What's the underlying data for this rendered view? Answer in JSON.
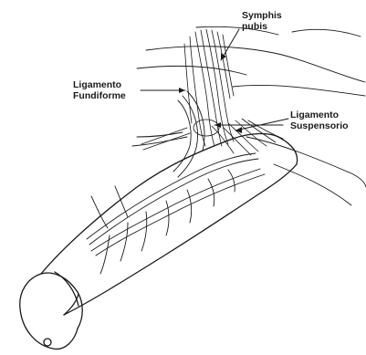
{
  "labels": {
    "symphis_line1": "Symphis",
    "symphis_line2": "pubis",
    "fundiforme_line1": "Ligamento",
    "fundiforme_line2": "Fundiforme",
    "suspensorio_line1": "Ligamento",
    "suspensorio_line2": "Suspensorio"
  },
  "colors": {
    "ink": "#1a1a1a",
    "background": "#ffffff"
  }
}
